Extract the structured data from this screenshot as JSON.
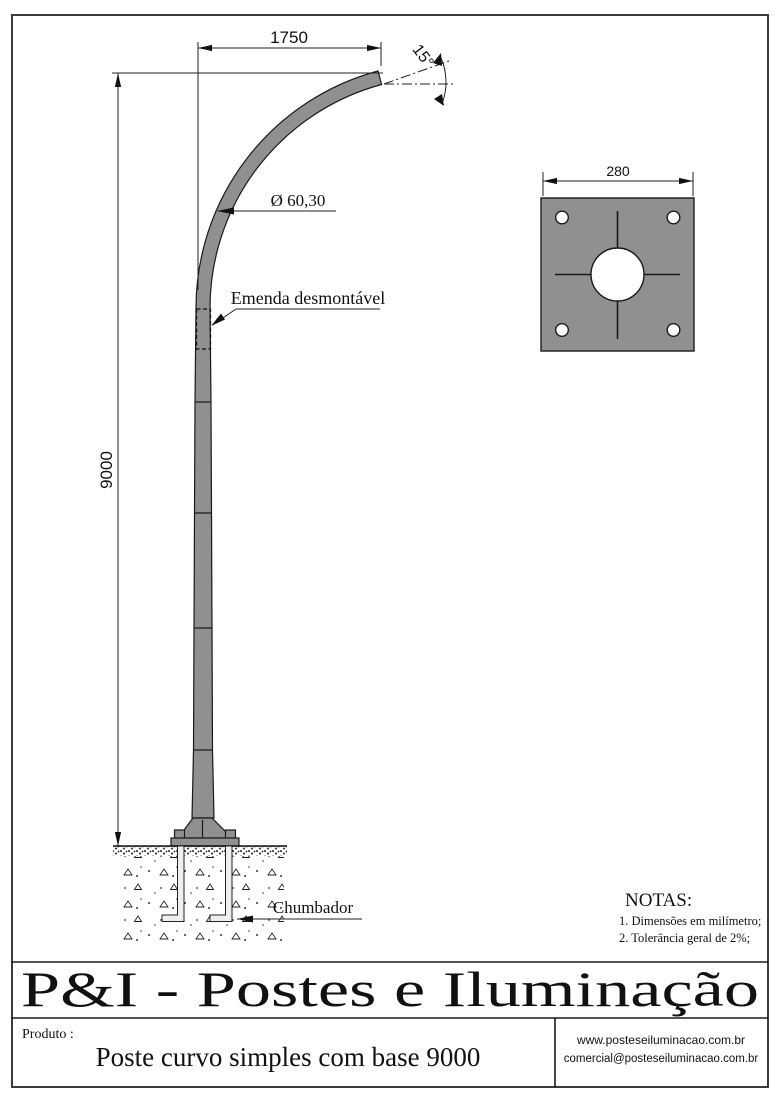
{
  "sheet": {
    "bg": "#ffffff",
    "line_color": "#1a1a1a",
    "metal_fill": "#8f9091",
    "hole_fill": "#ffffff"
  },
  "drawing": {
    "dim_arm_length": "1750",
    "dim_tip_angle": "15°",
    "dim_tip_diameter": "Ø 60,30",
    "dim_height": "9000",
    "dim_plate_width": "280",
    "label_splice": "Emenda desmontável",
    "label_anchor_bolt": "Chumbador"
  },
  "notes": {
    "title": "NOTAS:",
    "items": [
      "1. Dimensões em milímetro;",
      "2. Tolerância geral de 2%;"
    ]
  },
  "title_block": {
    "company": "P&I - Postes e Iluminação",
    "product_label": "Produto :",
    "product_name": "Poste curvo simples com base 9000",
    "website": "www.posteseiluminacao.com.br",
    "email": "comercial@posteseiluminacao.com.br"
  }
}
